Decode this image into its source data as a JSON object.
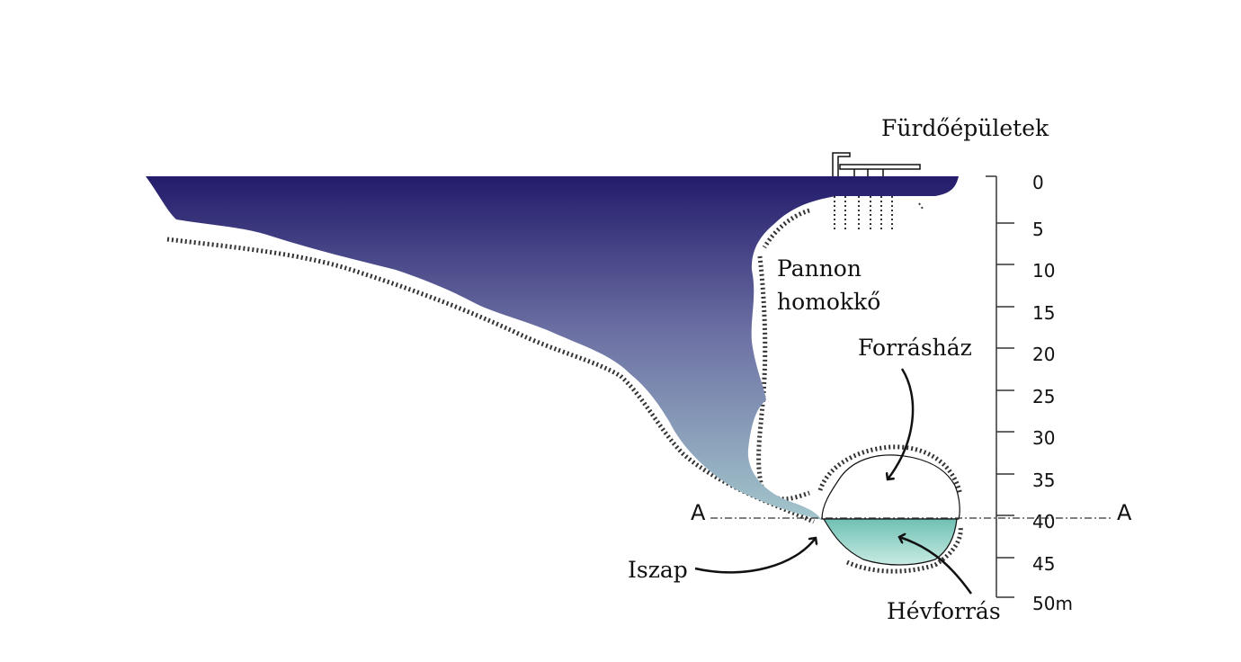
{
  "labels": {
    "buildings": "Fürdőépületek",
    "sandstone_line1": "Pannon",
    "sandstone_line2": "homokkő",
    "spring_house": "Forrásház",
    "mud": "Iszap",
    "thermal_spring": "Hévforrás"
  },
  "section": {
    "left": "A",
    "right": "A"
  },
  "depth_scale": {
    "ticks": [
      "0",
      "5",
      "10",
      "15",
      "20",
      "25",
      "30",
      "35",
      "40",
      "45",
      "50m"
    ]
  },
  "colors": {
    "lake_top": "#231c6b",
    "lake_mid": "#6b6fa3",
    "lake_bottom": "#9fbfc8",
    "spring_water": "#8fd0c4",
    "ink": "#111111"
  }
}
